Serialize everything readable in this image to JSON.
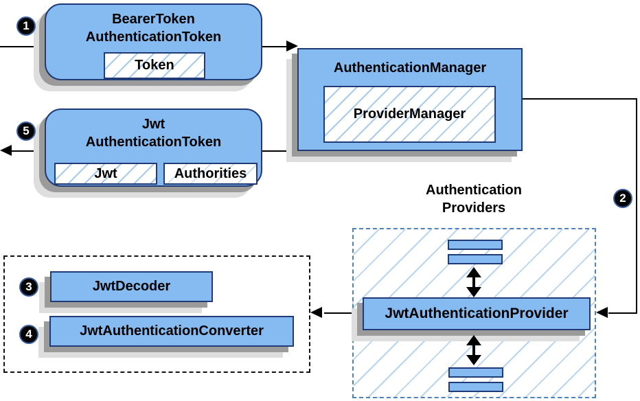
{
  "nodes": {
    "bearer_token": {
      "title_line1": "BearerToken",
      "title_line2": "AuthenticationToken",
      "member": "Token"
    },
    "authentication_manager": {
      "title": "AuthenticationManager",
      "member": "ProviderManager"
    },
    "jwt_authentication_token": {
      "title_line1": "Jwt",
      "title_line2": "AuthenticationToken",
      "member_jwt": "Jwt",
      "member_authorities": "Authorities"
    },
    "jwt_decoder": {
      "title": "JwtDecoder"
    },
    "jwt_authentication_converter": {
      "title": "JwtAuthenticationConverter"
    },
    "jwt_authentication_provider": {
      "title": "JwtAuthenticationProvider"
    },
    "authentication_providers": {
      "label_line1": "Authentication",
      "label_line2": "Providers"
    }
  },
  "step_badges": [
    "1",
    "2",
    "3",
    "4",
    "5"
  ],
  "colors": {
    "node_fill": "#85bbf0",
    "node_border": "#203a75",
    "hatch_line": "#a6cbee",
    "region_hatch_line": "#b7d5f3",
    "region_dash_border": "#4d80c0",
    "shadow_dark": "#9b9b9b",
    "shadow_light": "#dedede",
    "connector": "#000000",
    "badge_fill": "#050505",
    "badge_text": "#ffffff"
  }
}
